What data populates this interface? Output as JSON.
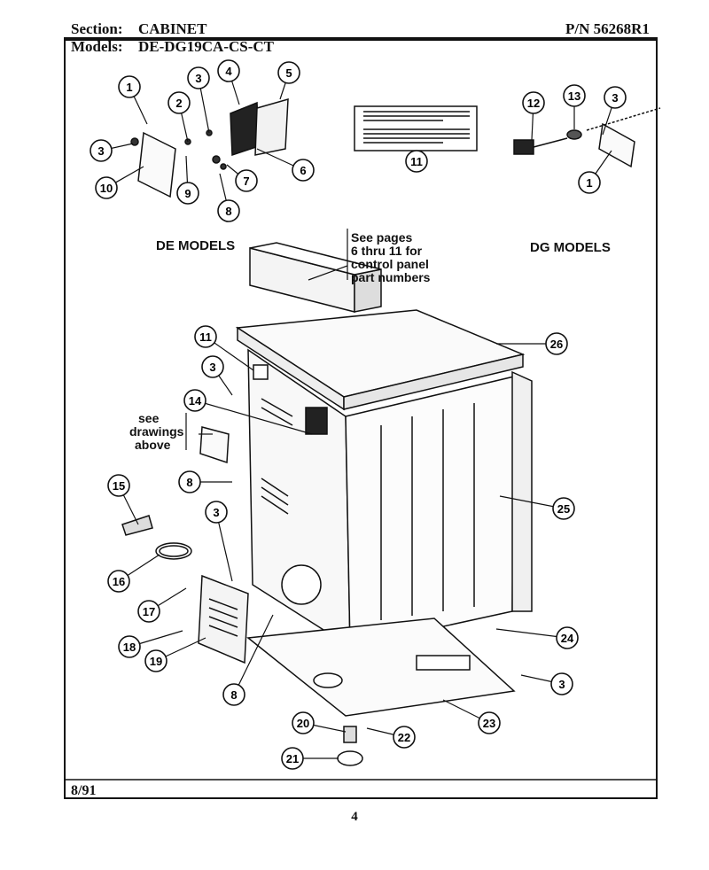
{
  "header": {
    "section_label": "Section:",
    "section_value": "CABINET",
    "models_label": "Models:",
    "models_value": "DE-DG19CA-CS-CT",
    "part_number": "P/N 56268R1"
  },
  "footer": {
    "date": "8/91",
    "page_number": "4"
  },
  "labels": {
    "de_models": "DE MODELS",
    "dg_models": "DG MODELS",
    "see_pages": [
      "See pages",
      "6 thru 11 for",
      "control panel",
      "part numbers"
    ],
    "see_drawings": [
      "see",
      "drawings",
      "above"
    ]
  },
  "callouts": [
    "1",
    "2",
    "3",
    "4",
    "5",
    "6",
    "7",
    "8",
    "9",
    "10",
    "11",
    "12",
    "13",
    "14",
    "15",
    "16",
    "17",
    "18",
    "19",
    "20",
    "21",
    "22",
    "23",
    "24",
    "25",
    "26"
  ]
}
